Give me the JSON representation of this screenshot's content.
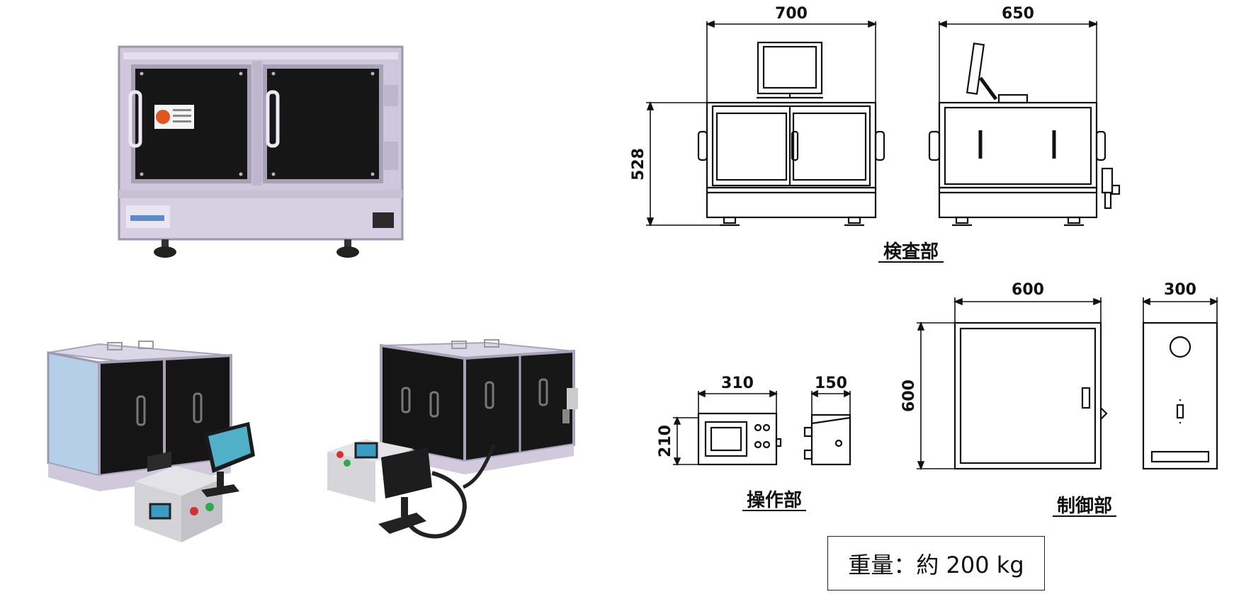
{
  "photos": {
    "front": "inspection-machine-front-photo",
    "left": "inspection-machine-left-photo",
    "right": "inspection-machine-right-photo"
  },
  "drawings": {
    "inspection_unit": {
      "label": "検査部",
      "front_width": "700",
      "side_width": "650",
      "height": "528"
    },
    "operation_unit": {
      "label": "操作部",
      "front_width": "310",
      "side_width": "150",
      "height": "210"
    },
    "control_unit": {
      "label": "制御部",
      "front_width": "600",
      "side_width": "300",
      "height": "600"
    }
  },
  "weight_text": "重量：約 200 kg",
  "colors": {
    "frame": "#b9b3c8",
    "panel": "#141414",
    "line": "#111111",
    "console": "#d9d9de",
    "screen": "#2a8fb8",
    "red_button": "#d9302a",
    "green_button": "#2ea84a"
  }
}
